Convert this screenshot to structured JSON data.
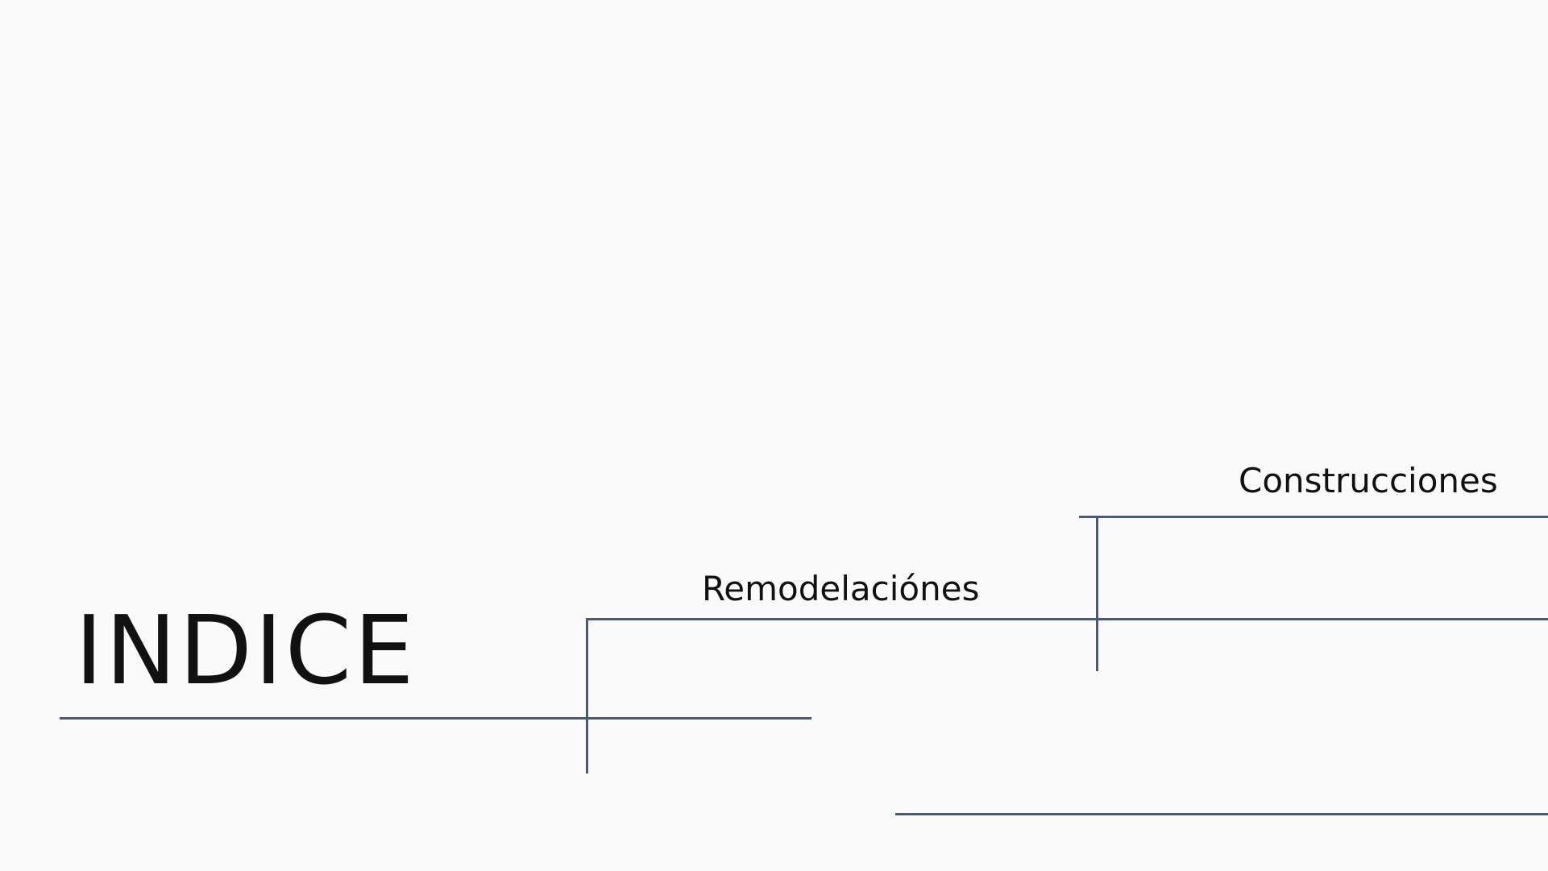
{
  "slide": {
    "title": "INDICE",
    "items": [
      {
        "label": "Remodelaciónes"
      },
      {
        "label": "Construcciones"
      }
    ]
  },
  "colors": {
    "background": "#fafafa",
    "line": "#4a5a72",
    "text": "#111111"
  }
}
